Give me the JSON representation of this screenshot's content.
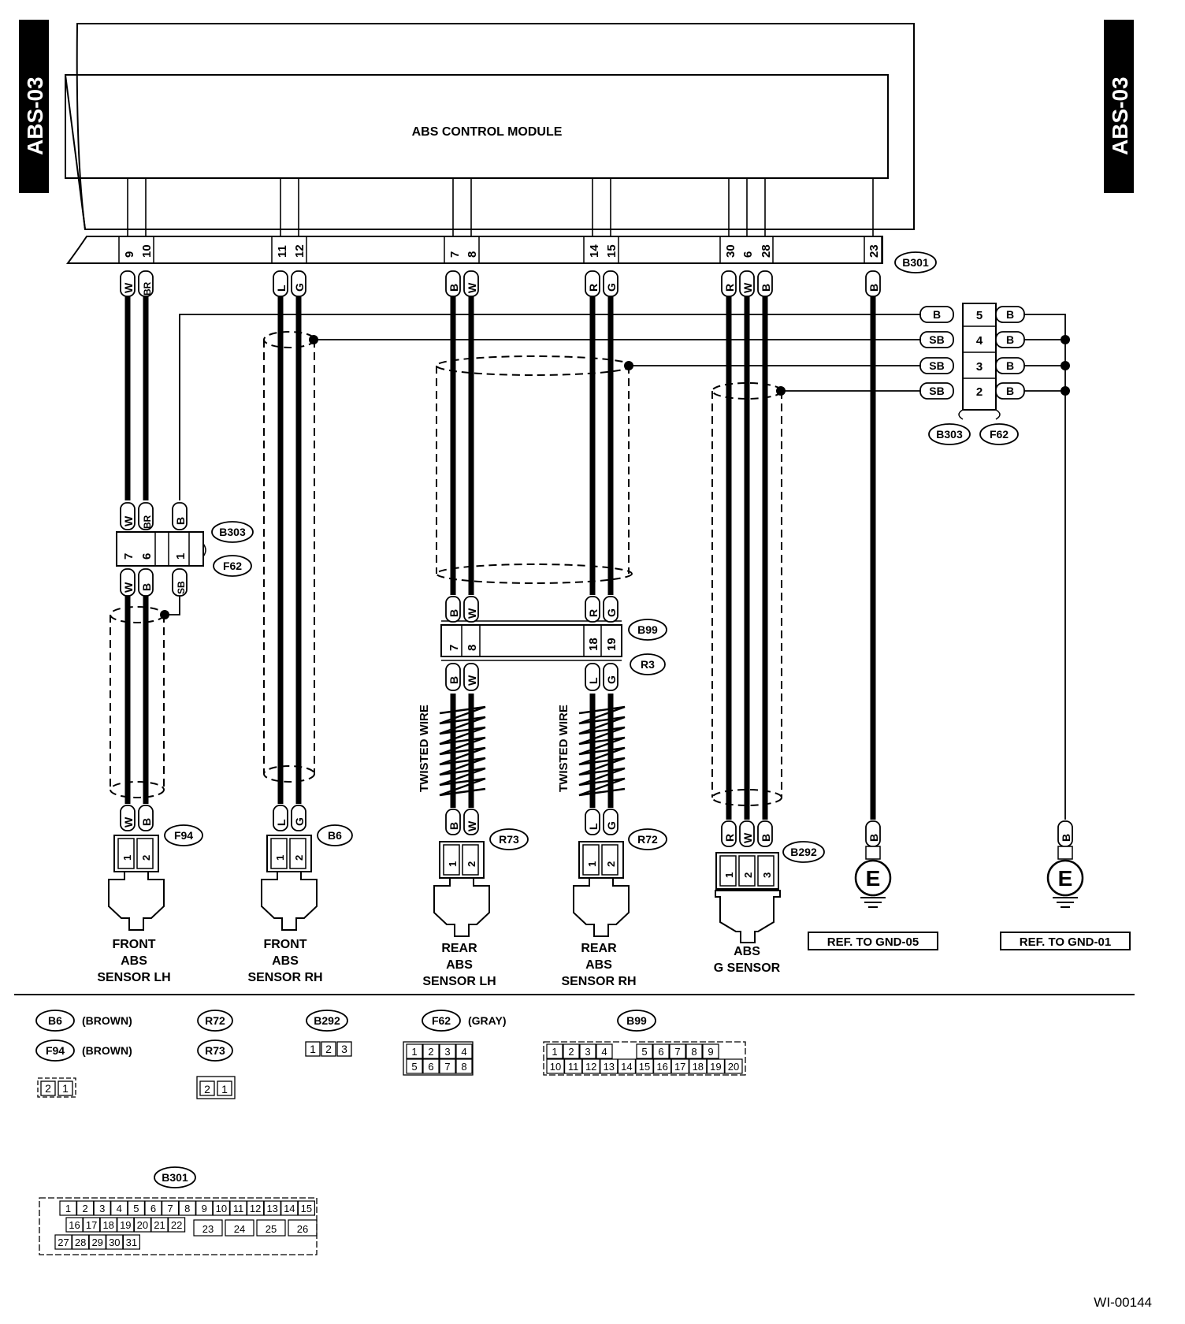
{
  "side_tab": "ABS-03",
  "module_title": "ABS CONTROL MODULE",
  "figure_id": "WI-00144",
  "twisted_label": "TWISTED WIRE",
  "ref_gnd05": "REF. TO GND-05",
  "ref_gnd01": "REF. TO GND-01",
  "ground_symbol": "E",
  "connectors": {
    "b301": "B301",
    "b303": "B303",
    "f62": "F62",
    "b99": "B99",
    "r3": "R3",
    "f94": "F94",
    "b6": "B6",
    "r73": "R73",
    "r72": "R72",
    "b292": "B292"
  },
  "components": {
    "front_lh": [
      "FRONT",
      "ABS",
      "SENSOR LH"
    ],
    "front_rh": [
      "FRONT",
      "ABS",
      "SENSOR RH"
    ],
    "rear_lh": [
      "REAR",
      "ABS",
      "SENSOR LH"
    ],
    "rear_rh": [
      "REAR",
      "ABS",
      "SENSOR RH"
    ],
    "g_sensor": [
      "ABS",
      "G SENSOR"
    ]
  },
  "module_pins": {
    "front_lh": [
      "9",
      "10"
    ],
    "front_rh": [
      "11",
      "12"
    ],
    "rear_lh": [
      "7",
      "8"
    ],
    "rear_rh": [
      "14",
      "15"
    ],
    "g_sensor": [
      "30",
      "6",
      "28"
    ],
    "ground": [
      "23"
    ]
  },
  "wire_colors": {
    "front_lh_top": [
      "W",
      "BR"
    ],
    "front_rh_top": [
      "L",
      "G"
    ],
    "rear_lh_top": [
      "B",
      "W"
    ],
    "rear_rh_top": [
      "R",
      "G"
    ],
    "g_sensor_top": [
      "R",
      "W",
      "B"
    ],
    "ground_top": "B",
    "front_lh_mid": [
      "W",
      "BR",
      "B"
    ],
    "front_lh_low": [
      "W",
      "B",
      "SB"
    ],
    "b99_upper_lh": [
      "B",
      "W"
    ],
    "b99_upper_rh": [
      "R",
      "G"
    ],
    "b99_lower_lh": [
      "B",
      "W"
    ],
    "b99_lower_rh": [
      "L",
      "G"
    ],
    "front_lh_bottom": [
      "W",
      "B"
    ],
    "front_rh_bottom": [
      "L",
      "G"
    ],
    "rear_lh_bottom": [
      "B",
      "W"
    ],
    "rear_rh_bottom": [
      "L",
      "G"
    ],
    "g_sensor_bottom": [
      "R",
      "W",
      "B"
    ],
    "ground_bottom_left": "B",
    "ground_bottom_right": "B"
  },
  "b303_pins": [
    "7",
    "6",
    "1"
  ],
  "b99_pins": [
    "7",
    "8",
    "18",
    "19"
  ],
  "sensor_pins": {
    "two": [
      "1",
      "2"
    ],
    "three": [
      "1",
      "2",
      "3"
    ]
  },
  "right_junction": {
    "rows": [
      {
        "left": "B",
        "pin": "5",
        "right": "B"
      },
      {
        "left": "SB",
        "pin": "4",
        "right": "B"
      },
      {
        "left": "SB",
        "pin": "3",
        "right": "B"
      },
      {
        "left": "SB",
        "pin": "2",
        "right": "B"
      }
    ]
  },
  "legend": {
    "b6": "B6",
    "b6_color": "(BROWN)",
    "f94": "F94",
    "f94_color": "(BROWN)",
    "r72": "R72",
    "r73": "R73",
    "b292": "B292",
    "f62": "F62",
    "f62_color": "(GRAY)",
    "b99": "B99",
    "b301": "B301",
    "two_pin_faces": [
      "2",
      "1"
    ],
    "b292_face": [
      "1",
      "2",
      "3"
    ],
    "f62_face": [
      [
        "1",
        "2",
        "3",
        "4"
      ],
      [
        "5",
        "6",
        "7",
        "8"
      ]
    ],
    "b99_face": [
      [
        "1",
        "2",
        "3",
        "4",
        "5",
        "6",
        "7",
        "8",
        "9"
      ],
      [
        "10",
        "11",
        "12",
        "13",
        "14",
        "15",
        "16",
        "17",
        "18",
        "19",
        "20"
      ]
    ],
    "b301_face": [
      [
        "1",
        "2",
        "3",
        "4",
        "5",
        "6",
        "7",
        "8",
        "9",
        "10",
        "11",
        "12",
        "13",
        "14",
        "15"
      ],
      [
        "16",
        "17",
        "18",
        "19",
        "20",
        "21",
        "22"
      ],
      [
        "27",
        "28",
        "29",
        "30",
        "31"
      ],
      [
        "23",
        "24",
        "25",
        "26"
      ]
    ]
  }
}
